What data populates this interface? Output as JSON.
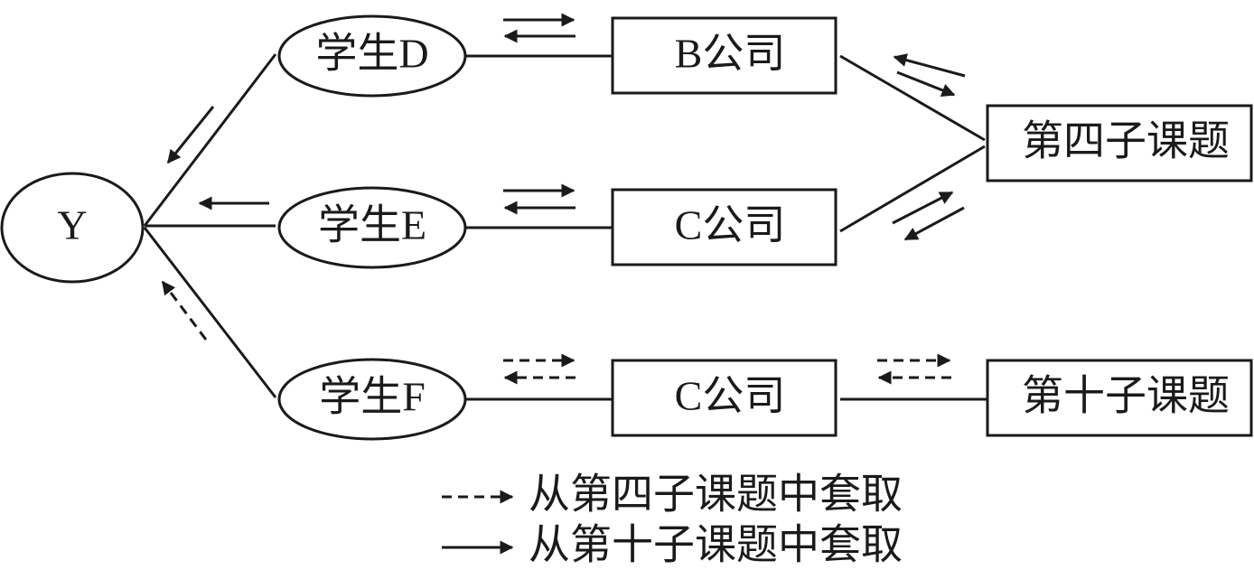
{
  "nodes": {
    "y": "Y",
    "student_d": "学生D",
    "student_e": "学生E",
    "student_f": "学生F",
    "company_b": "B公司",
    "company_c_top": "C公司",
    "company_c_bottom": "C公司",
    "subproject_4": "第四子课题",
    "subproject_10": "第十子课题"
  },
  "legend": {
    "dashed": "从第四子课题中套取",
    "solid": "从第十子课题中套取"
  },
  "colors": {
    "stroke": "#1a1a1a",
    "background": "#ffffff"
  }
}
